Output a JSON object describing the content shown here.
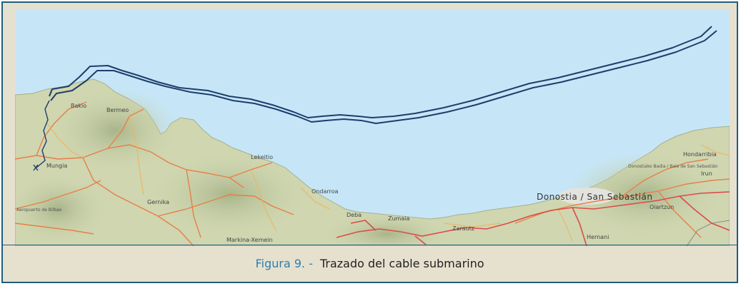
{
  "map": {
    "places": [
      {
        "id": "bakio",
        "label": "Bakio"
      },
      {
        "id": "bermeo",
        "label": "Bermeo"
      },
      {
        "id": "mungia",
        "label": "Mungia"
      },
      {
        "id": "gernika",
        "label": "Gernika"
      },
      {
        "id": "lekeitio",
        "label": "Lekeitio"
      },
      {
        "id": "ondarroa",
        "label": "Ondarroa"
      },
      {
        "id": "deba",
        "label": "Deba"
      },
      {
        "id": "zumaia",
        "label": "Zumaia"
      },
      {
        "id": "zarautz",
        "label": "Zarautz"
      },
      {
        "id": "donostia",
        "label": "Donostia / San Sebastián"
      },
      {
        "id": "hondarribia",
        "label": "Hondarribia"
      },
      {
        "id": "irun",
        "label": "Irun"
      },
      {
        "id": "oiartzun",
        "label": "Oiartzun"
      },
      {
        "id": "hernani",
        "label": "Hernani"
      },
      {
        "id": "markina",
        "label": "Markina-Xemein"
      },
      {
        "id": "aeropuerto",
        "label": "Aeropuerto de Bilbao"
      },
      {
        "id": "bayonne-bay",
        "label": "Donostiako Badia / Baie de San Sebastián"
      }
    ],
    "colors": {
      "sea": "#c6e6f8",
      "land": "#cfd6b0",
      "cable": "#1e3d6b",
      "road_major": "#e87f47",
      "road_secondary": "#f0b35a",
      "road_red": "#dd4a4a"
    }
  },
  "caption": {
    "number": "Figura 9. -",
    "text": "Trazado del cable submarino"
  }
}
